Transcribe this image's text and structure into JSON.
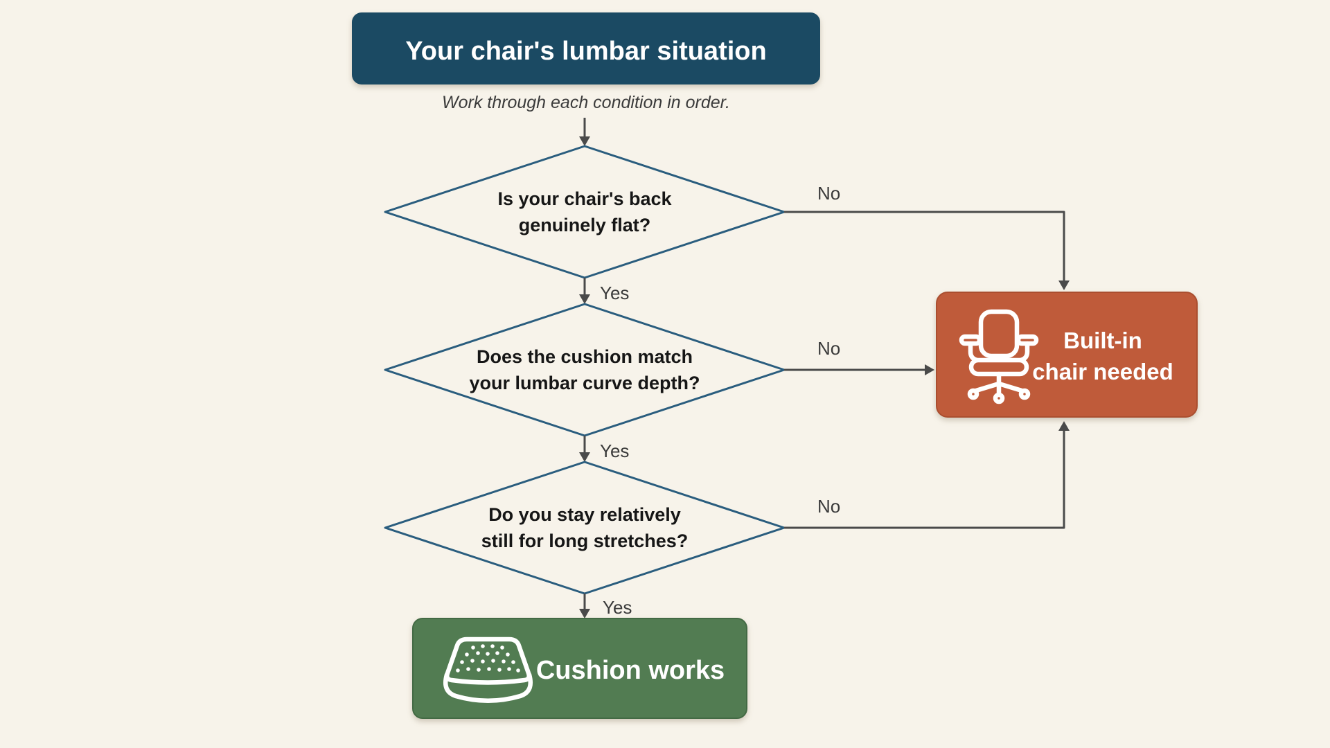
{
  "palette": {
    "background": "#f7f3ea",
    "title_bg": "#1b4a63",
    "diamond_border": "#2a5d7e",
    "connector": "#4a4a4a",
    "negative_bg": "#bf5b3a",
    "positive_bg": "#527c52",
    "question_text": "#161616",
    "label_text": "#3a3a3a",
    "box_text": "#ffffff"
  },
  "flowchart": {
    "title": "Your chair's lumbar situation",
    "subtitle": "Work through each condition in order.",
    "decisions": [
      {
        "question_line1": "Is your chair's back",
        "question_line2": "genuinely flat?",
        "yes_label": "Yes",
        "no_label": "No"
      },
      {
        "question_line1": "Does the cushion match",
        "question_line2": "your lumbar curve depth?",
        "yes_label": "Yes",
        "no_label": "No"
      },
      {
        "question_line1": "Do you stay relatively",
        "question_line2": "still for long stretches?",
        "yes_label": "Yes",
        "no_label": "No"
      }
    ],
    "outcomes": {
      "negative": {
        "line1": "Built-in",
        "line2": "chair needed",
        "icon": "office-chair-icon"
      },
      "positive": {
        "label": "Cushion works",
        "icon": "seat-cushion-icon"
      }
    }
  }
}
